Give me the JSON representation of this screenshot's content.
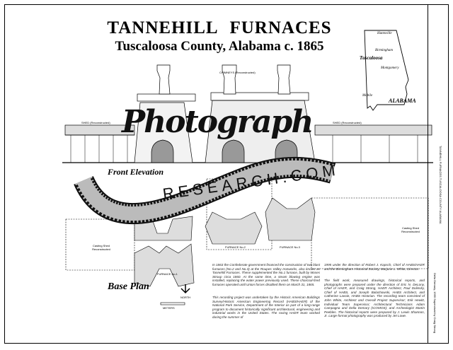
{
  "title": "TANNEHILL FURNACES",
  "subtitle": "Tuscaloosa County, Alabama  c. 1865",
  "elevation": {
    "chimneys_label": "CHIMNEYS (Reconstructed)",
    "shed_left_label": "SHED (Reconstructed)",
    "shed_right_label": "SHED (Reconstructed)",
    "view_label": "Front Elevation"
  },
  "plan": {
    "view_label": "Base Plan",
    "casting_shed_left": "Casting Shed Reconstructed",
    "casting_shed_right": "Casting Shed Reconstructed",
    "furnace_1": "FURNACE No.1",
    "furnace_2": "FURNACE No.2",
    "furnace_3": "FURNACE No.3",
    "north_label": "NORTH",
    "scale_label": "METERS"
  },
  "map": {
    "state": "ALABAMA",
    "cities": [
      "Huntsville",
      "Birmingham",
      "Tuscaloosa",
      "Montgomery",
      "Mobile"
    ]
  },
  "text": {
    "para1": "In 1863 the Confederate government financed the construction of two blast furnaces (No.2 and No.3) at the Roupes Valley Ironworks, also known as Tannehill Furnaces. These supplemented the No.1 furnace, built by Moses Stroup circa 1860. At the same time, a steam blowing engine was installed, replacing the water power previously used. These charcoal-fired furnaces operated until Union forces disabled them on March 31, 1865.",
    "para2": "This recording project was undertaken by the Historic American Buildings Survey/Historic American Engineering Record (HABS/HAER) of the National Park Service, Department of the Interior as part of a long-range program to document historically significant architectural, engineering and industrial works in the United States. The roving HAER team worked during the summer of",
    "para3": "1995 under the direction of Robert J. Kapsch, Chief of HABS/HAER and the Birmingham Historical Society, Marjorie L. White, Director.",
    "para4": "The field work, measured drawings, historical reports, and photographs were prepared under the direction of Eric N. DeLony, Chief of HAER, and Craig Strong, HAER Architect, Paul Dolinsky, Chief of HABS, and Joseph Balachowski, HABS Architect, and Catherine Lavoie, HABS Historian. The recording team consisted of John White, Architect and Overall Project Supervisor; Erik Hewitt, Individual Team Supervisor; Architectural Technicians Adam Campagna and Della Demary (ICOMOS); and Archeologist Martin Peebles. The historical reports were prepared by J. Lewis Shannon, Jr. Large-format photography was produced by Jet Lowe."
  },
  "title_block": {
    "sheet_text": "TANNEHILL FURNACES  TUSCALOOSA COUNTY  ALABAMA",
    "credit": "Della Demary, 1995  Supervised by Craig Strong"
  },
  "watermark": {
    "script": "Photograph",
    "domain": "RESEARCH.COM"
  }
}
